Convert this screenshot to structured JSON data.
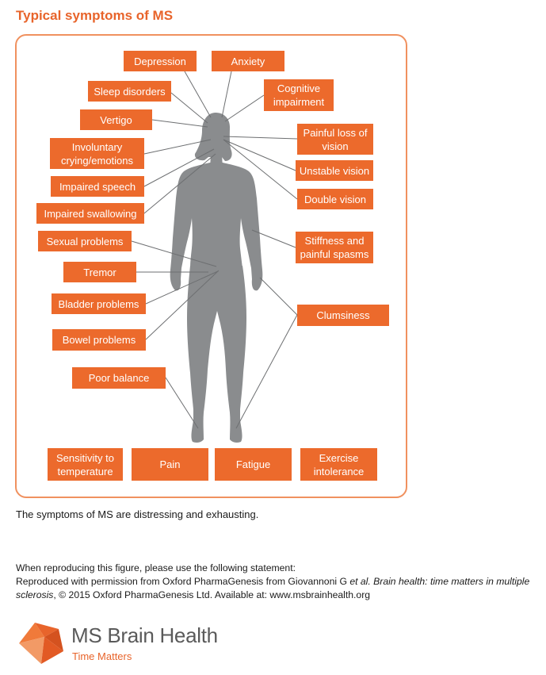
{
  "title": "Typical symptoms of MS",
  "colors": {
    "accent": "#ec6a2c",
    "frame": "#f0915f",
    "silhouette": "#8a8c8e",
    "leader": "#6d6f71"
  },
  "symptoms": {
    "depression": "Depression",
    "anxiety": "Anxiety",
    "sleep_disorders": "Sleep disorders",
    "cognitive_impairment": "Cognitive impairment",
    "vertigo": "Vertigo",
    "painful_loss_of_vision": "Painful loss of vision",
    "involuntary_crying": "Involuntary crying/emotions",
    "unstable_vision": "Unstable vision",
    "impaired_speech": "Impaired speech",
    "double_vision": "Double vision",
    "impaired_swallowing": "Impaired swallowing",
    "stiffness": "Stiffness and painful spasms",
    "sexual_problems": "Sexual problems",
    "tremor": "Tremor",
    "bladder_problems": "Bladder problems",
    "clumsiness": "Clumsiness",
    "bowel_problems": "Bowel problems",
    "poor_balance": "Poor balance",
    "sensitivity_to_temperature": "Sensitivity to temperature",
    "pain": "Pain",
    "fatigue": "Fatigue",
    "exercise_intolerance": "Exercise intolerance"
  },
  "caption": "The symptoms of MS are distressing and exhausting.",
  "statement": {
    "intro": "When reproducing this figure, please use the following statement:",
    "part1": "Reproduced with permission from Oxford PharmaGenesis from Giovannoni G ",
    "etal": "et al. Brain health: time matters in multiple sclerosis",
    "part2": ", © 2015 Oxford PharmaGenesis Ltd. Available at: www.msbrainhealth.org"
  },
  "logo": {
    "name": "MS Brain Health",
    "tagline": "Time Matters"
  }
}
